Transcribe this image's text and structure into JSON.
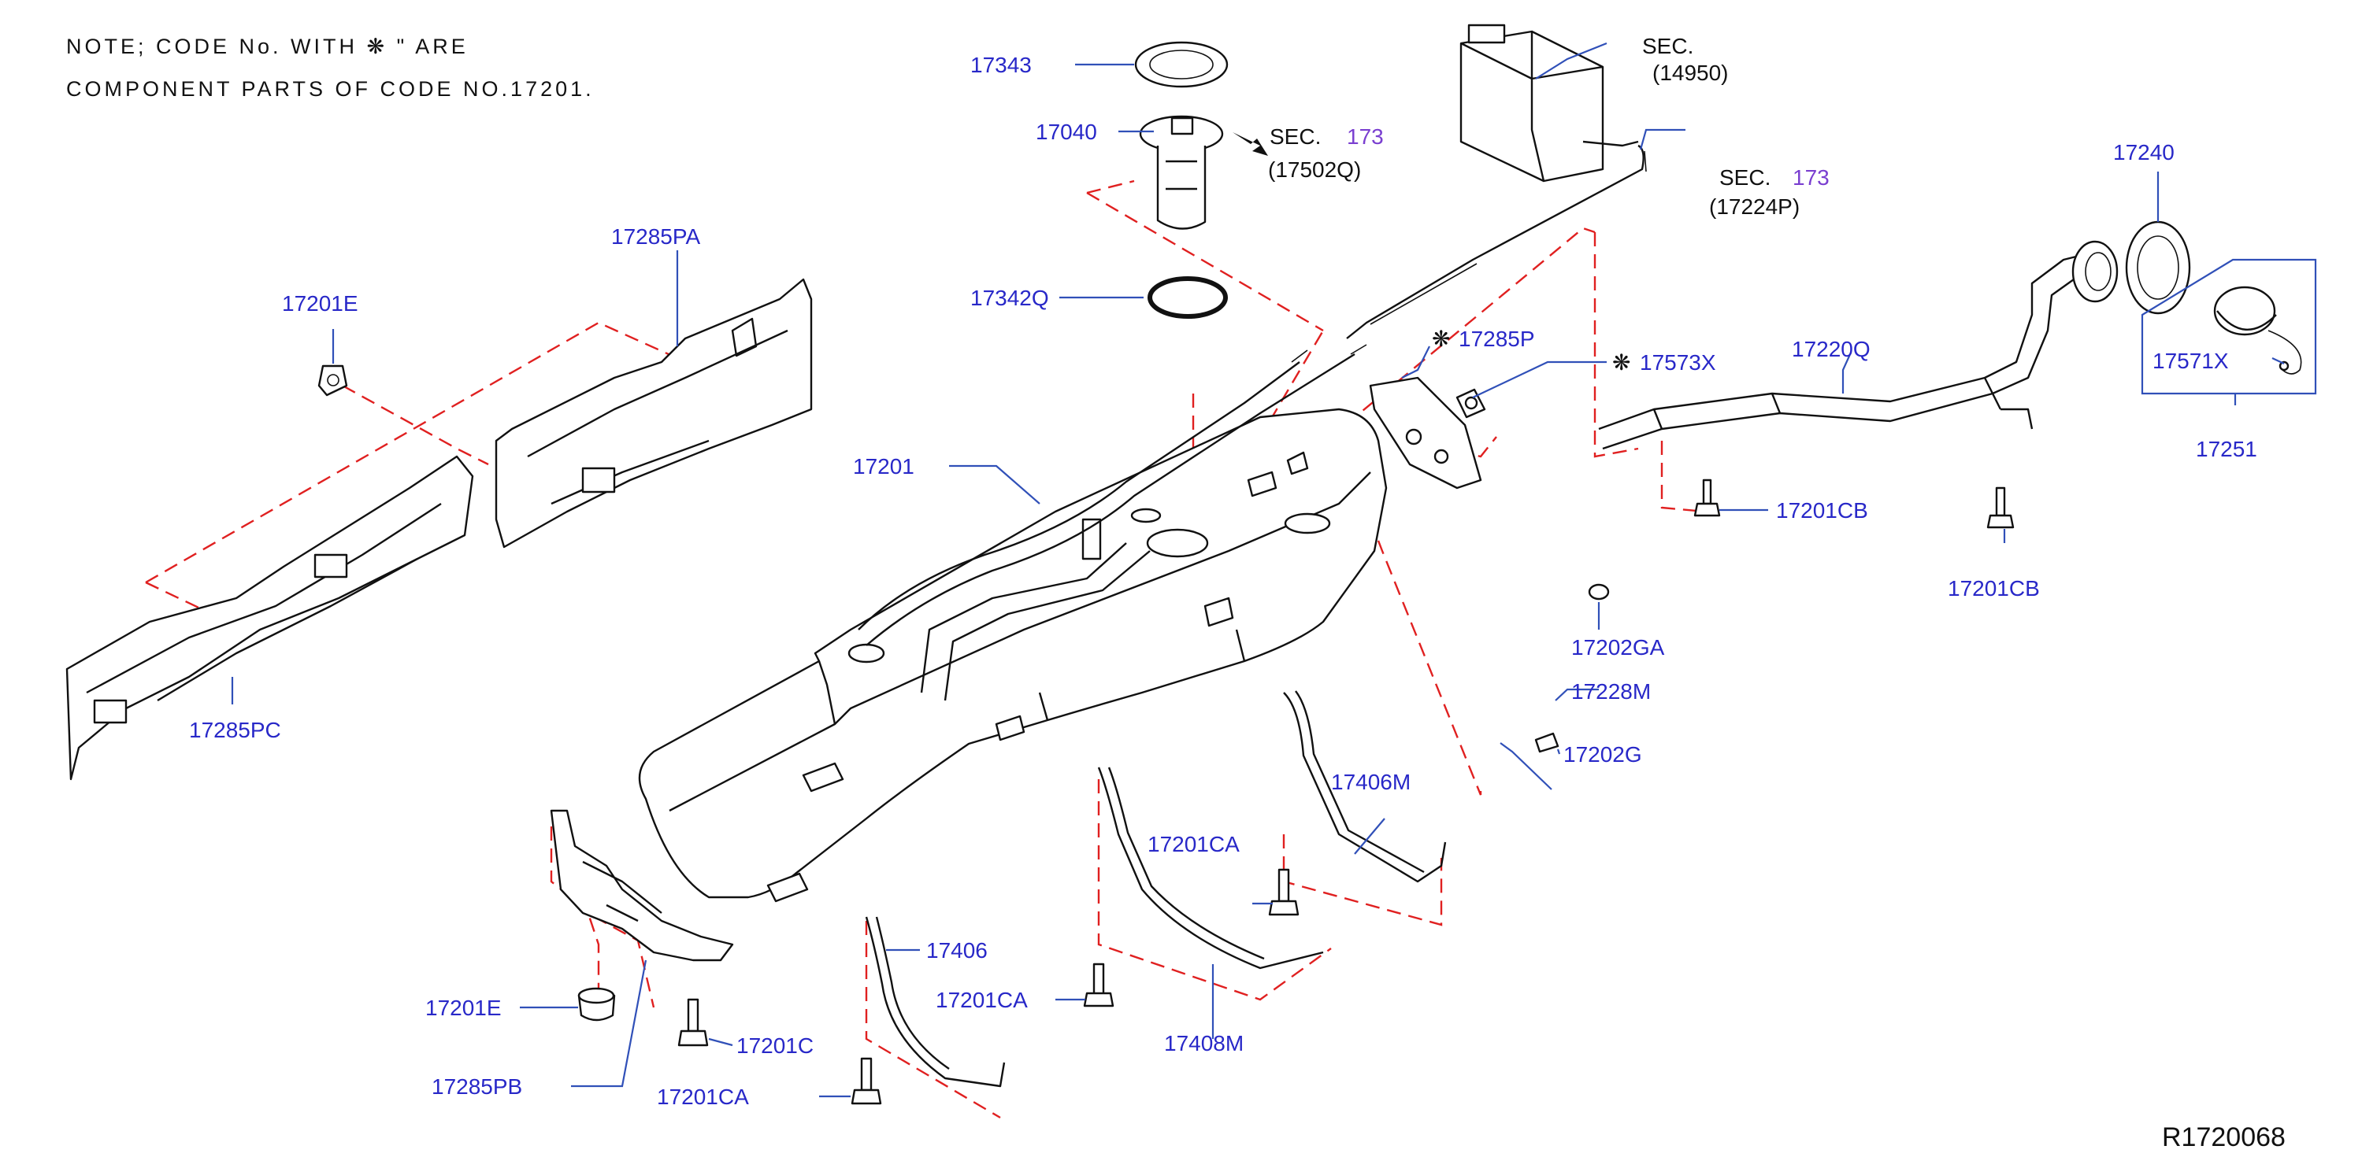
{
  "note": {
    "line1": "NOTE; CODE No. WITH ❋ \" ARE",
    "line2": "COMPONENT PARTS OF CODE NO.17201."
  },
  "labels": {
    "p17343": "17343",
    "p17040": "17040",
    "p17342Q": "17342Q",
    "p17285PA": "17285PA",
    "p17201E_top": "17201E",
    "p17201": "17201",
    "p17285PC": "17285PC",
    "p17285P": "17285P",
    "p17573X": "17573X",
    "p17220Q": "17220Q",
    "p17240": "17240",
    "p17571X": "17571X",
    "p17251": "17251",
    "p17201CB_a": "17201CB",
    "p17201CB_b": "17201CB",
    "p17202GA": "17202GA",
    "p17228M": "17228M",
    "p17202G": "17202G",
    "p17406M": "17406M",
    "p17201CA_a": "17201CA",
    "p17406": "17406",
    "p17201CA_b": "17201CA",
    "p17408M": "17408M",
    "p17201E_bottom": "17201E",
    "p17201C": "17201C",
    "p17285PB": "17285PB",
    "p17201CA_c": "17201CA"
  },
  "sections": {
    "sec_pump": {
      "prefix": "SEC.",
      "num": "173",
      "code": "(17502Q)"
    },
    "sec_canister": {
      "prefix": "SEC.",
      "code": "(14950)"
    },
    "sec_hose": {
      "prefix": "SEC.",
      "num": "173",
      "code": "(17224P)"
    }
  },
  "component_marker": "❋",
  "colors": {
    "label": "#2828c8",
    "leader": "#3050b8",
    "phantom": "#e02020",
    "section_num": "#7a3fd0"
  },
  "ref_code": "R1720068"
}
